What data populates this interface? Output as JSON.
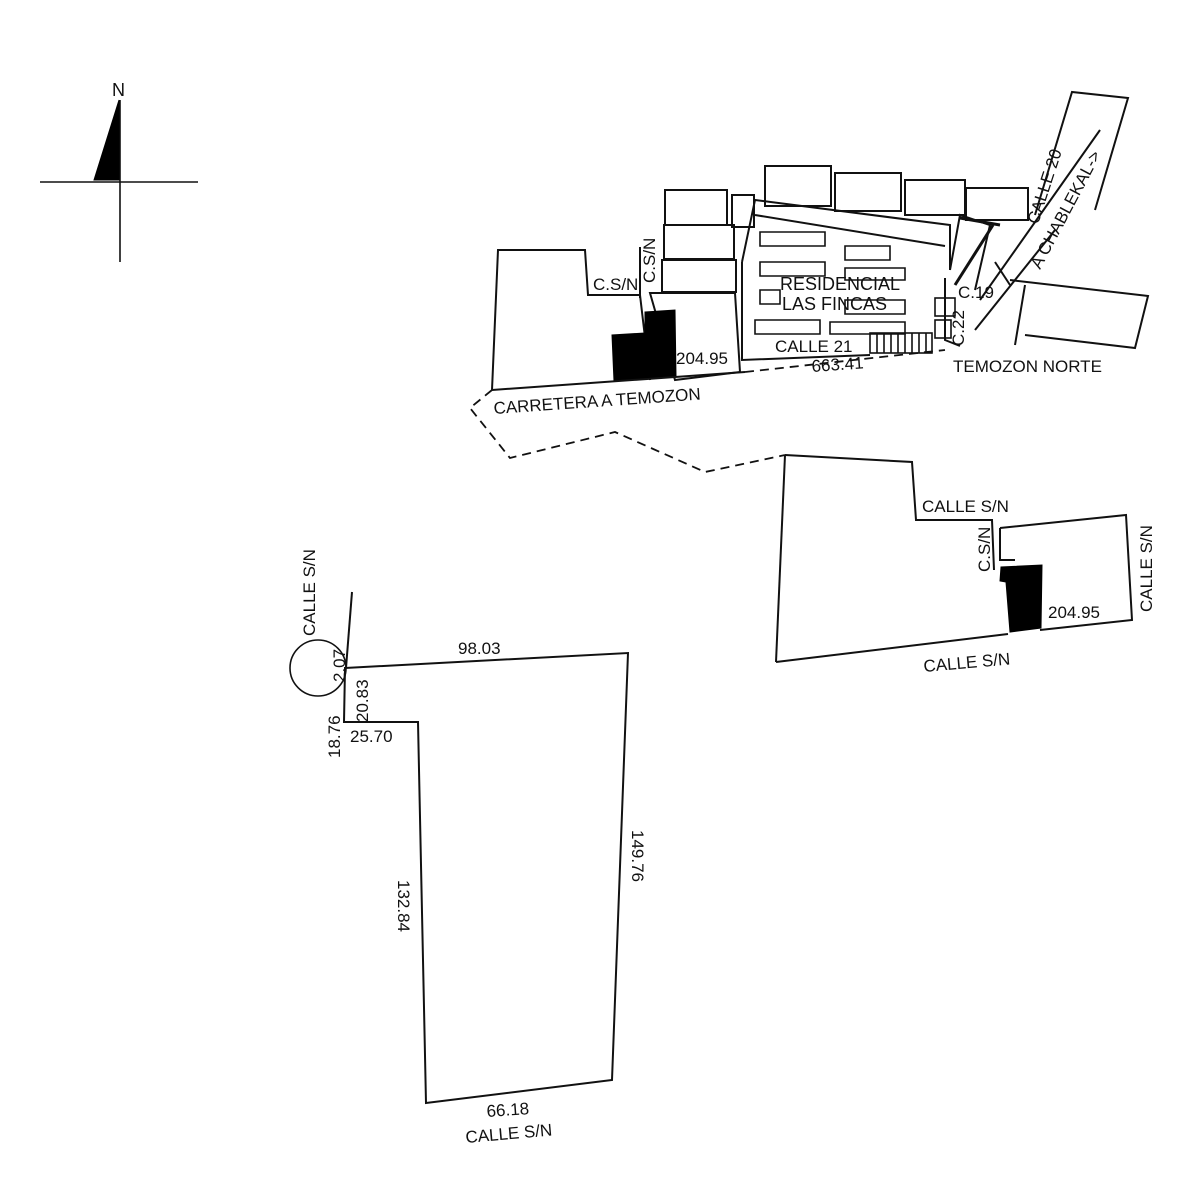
{
  "compass": {
    "north_label": "N"
  },
  "labels": {
    "c_sn_1": "C.S/N",
    "c_sn_2": "C.S/N",
    "residencial_1": "RESIDENCIAL",
    "residencial_2": "LAS FINCAS",
    "c19": "C.19",
    "c22": "C.22",
    "calle_20": "CALLE 20",
    "a_chablekal": "A CHABLEKAL->",
    "temozon_norte": "TEMOZON NORTE",
    "calle_21": "CALLE 21",
    "dim_204_top": "204.95",
    "dim_663": "663.41",
    "carretera": "CARRETERA A TEMOZON",
    "calle_sn_top": "CALLE S/N",
    "c_sn_mid": "C.S/N",
    "calle_sn_right": "CALLE S/N",
    "dim_204_mid": "204.95",
    "calle_sn_bottom_mid": "CALLE S/N",
    "calle_sn_left": "CALLE S/N",
    "dim_98": "98.03",
    "dim_2_07": "2.07",
    "dim_20_83": "20.83",
    "dim_18_76": "18.76",
    "dim_25_70": "25.70",
    "dim_132": "132.84",
    "dim_149": "149.76",
    "dim_66": "66.18",
    "calle_sn_bottom": "CALLE S/N"
  }
}
